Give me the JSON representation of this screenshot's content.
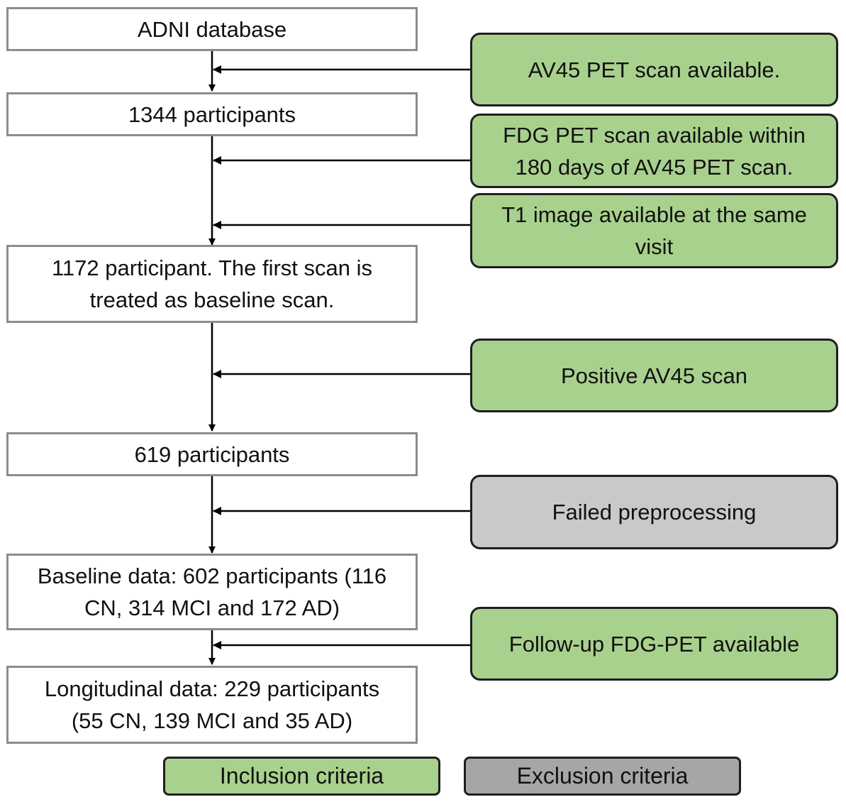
{
  "flow": {
    "boxes": [
      {
        "id": "adni",
        "lines": [
          "ADNI database"
        ]
      },
      {
        "id": "p1344",
        "lines": [
          "1344 participants"
        ]
      },
      {
        "id": "p1172",
        "lines": [
          "1172 participant. The first scan is",
          "treated as baseline scan."
        ]
      },
      {
        "id": "p619",
        "lines": [
          "619 participants"
        ]
      },
      {
        "id": "baseline",
        "lines": [
          "Baseline data: 602 participants (116",
          "CN, 314 MCI and 172 AD)"
        ]
      },
      {
        "id": "longitudinal",
        "lines": [
          "Longitudinal data: 229 participants",
          "(55 CN, 139 MCI and 35 AD)"
        ]
      }
    ],
    "criteria": [
      {
        "id": "av45",
        "type": "inclusion",
        "lines": [
          "AV45 PET scan available."
        ]
      },
      {
        "id": "fdg",
        "type": "inclusion",
        "lines": [
          "FDG PET scan available within",
          "180 days of AV45 PET scan."
        ]
      },
      {
        "id": "t1",
        "type": "inclusion",
        "lines": [
          "T1 image available at the same",
          "visit"
        ]
      },
      {
        "id": "positive",
        "type": "inclusion",
        "lines": [
          "Positive AV45 scan"
        ]
      },
      {
        "id": "failed",
        "type": "exclusion",
        "lines": [
          "Failed preprocessing"
        ]
      },
      {
        "id": "followup",
        "type": "inclusion",
        "lines": [
          "Follow-up FDG-PET available"
        ]
      }
    ]
  },
  "legend": {
    "inclusion": "Inclusion criteria",
    "exclusion": "Exclusion criteria"
  },
  "colors": {
    "inclusion": "#a9d18e",
    "exclusion": "#c9c9c9",
    "box_border": "#8c8c8c",
    "line": "#000000"
  }
}
